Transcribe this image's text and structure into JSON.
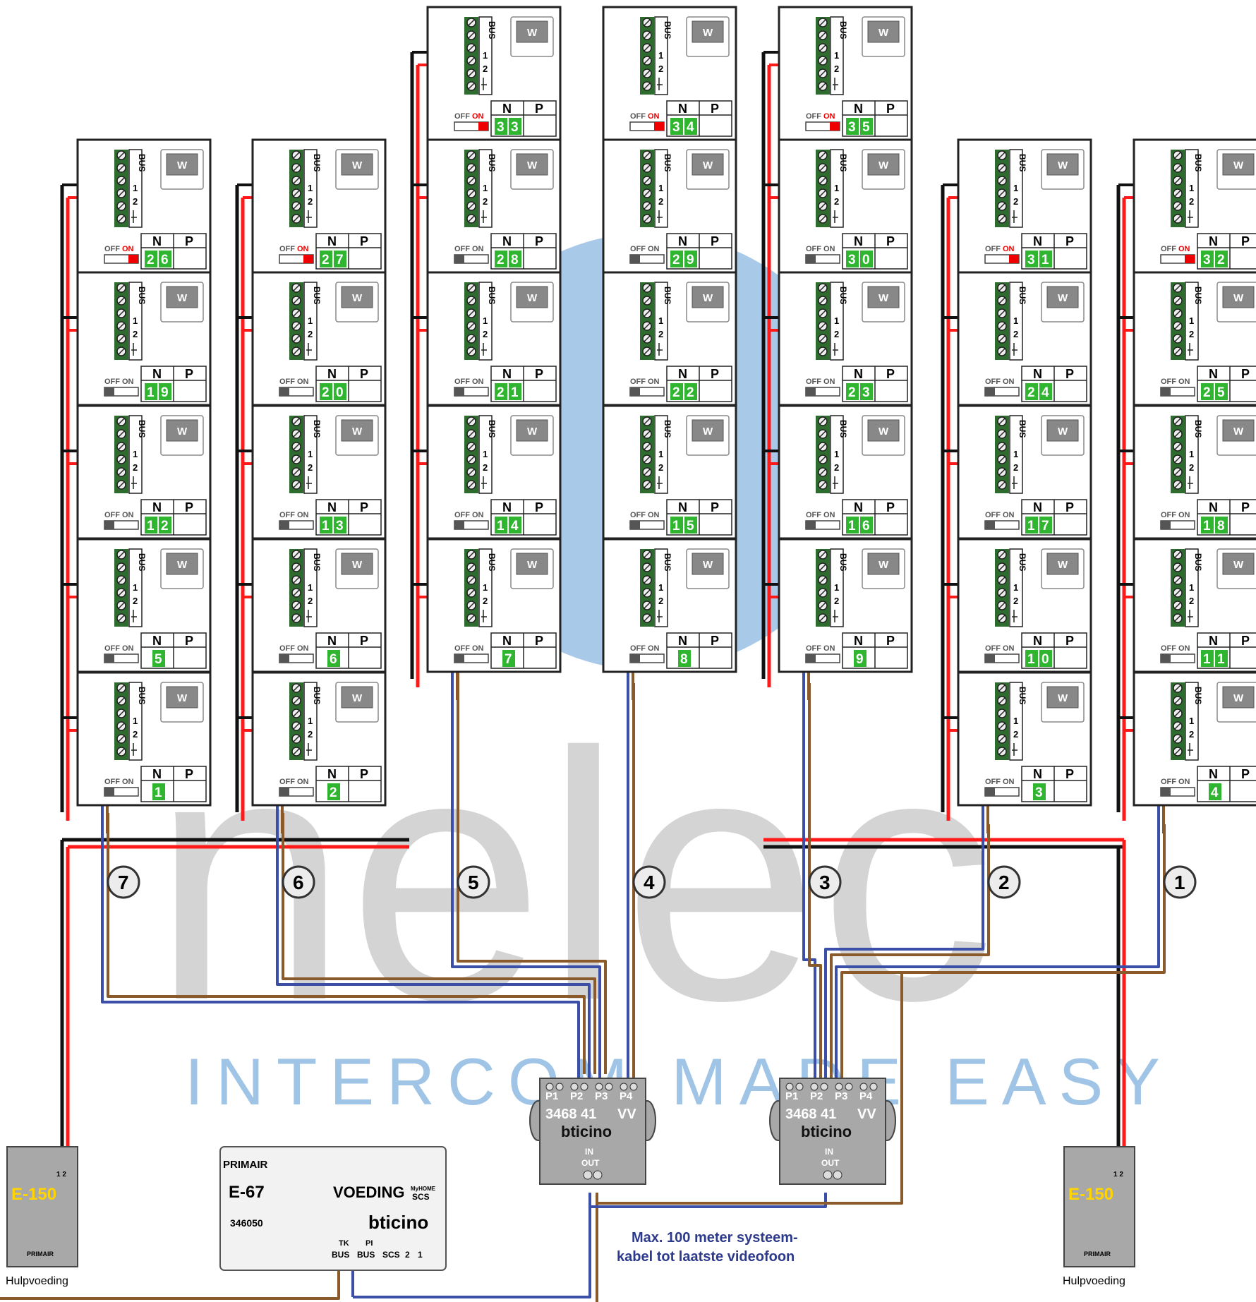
{
  "watermark": {
    "brand": "nelec",
    "tagline": "INTERCOM MADE EASY"
  },
  "unit_labels": {
    "bus": "BUS",
    "t1": "1",
    "t2": "2",
    "screen": "W",
    "n": "N",
    "p": "P",
    "off": "OFF",
    "on": "ON"
  },
  "columns": [
    {
      "id": "7",
      "units": [
        26,
        19,
        12,
        5,
        1
      ]
    },
    {
      "id": "6",
      "units": [
        27,
        20,
        13,
        6,
        2
      ]
    },
    {
      "id": "5",
      "units": [
        33,
        28,
        21,
        14,
        7
      ]
    },
    {
      "id": "4",
      "units": [
        34,
        29,
        22,
        15,
        8
      ]
    },
    {
      "id": "3",
      "units": [
        35,
        30,
        23,
        16,
        9
      ]
    },
    {
      "id": "2",
      "units": [
        31,
        24,
        17,
        10,
        3
      ]
    },
    {
      "id": "1",
      "units": [
        32,
        25,
        18,
        11,
        4
      ]
    }
  ],
  "distributors": [
    {
      "ports": [
        "P1",
        "P2",
        "P3",
        "P4"
      ],
      "model": "3468 41",
      "suffix": "VV",
      "brand": "bticino",
      "in": "IN",
      "out": "OUT"
    },
    {
      "ports": [
        "P1",
        "P2",
        "P3",
        "P4"
      ],
      "model": "3468 41",
      "suffix": "VV",
      "brand": "bticino",
      "in": "IN",
      "out": "OUT"
    }
  ],
  "power_supply": {
    "primair": "PRIMAIR",
    "model": "E-67",
    "name": "VOEDING",
    "myhome": "MyHOME",
    "scs": "SCS",
    "code": "346050",
    "brand": "bticino",
    "tk": "TK",
    "pi": "PI",
    "terminals": [
      "BUS",
      "BUS",
      "SCS",
      "2",
      "1"
    ]
  },
  "aux_supplies": [
    {
      "model": "E-150",
      "terminals": "1 2",
      "primair": "PRIMAIR",
      "caption": "Hulpvoeding"
    },
    {
      "model": "E-150",
      "terminals": "1 2",
      "primair": "PRIMAIR",
      "caption": "Hulpvoeding"
    }
  ],
  "note": {
    "line1": "Max. 100 meter systeem-",
    "line2": "kabel tot laatste videofoon"
  },
  "colors": {
    "red": "#ff1a1a",
    "black": "#111111",
    "blue": "#3b4ea8",
    "brown": "#8a5a2b",
    "terminal_green": "#2e6b2e",
    "digit_green": "#2fb52f",
    "watermark_grey": "#d2d2d2",
    "watermark_blue": "#9fc4e6",
    "module_grey": "#a8a8a8",
    "orange": "#ff6a00"
  }
}
